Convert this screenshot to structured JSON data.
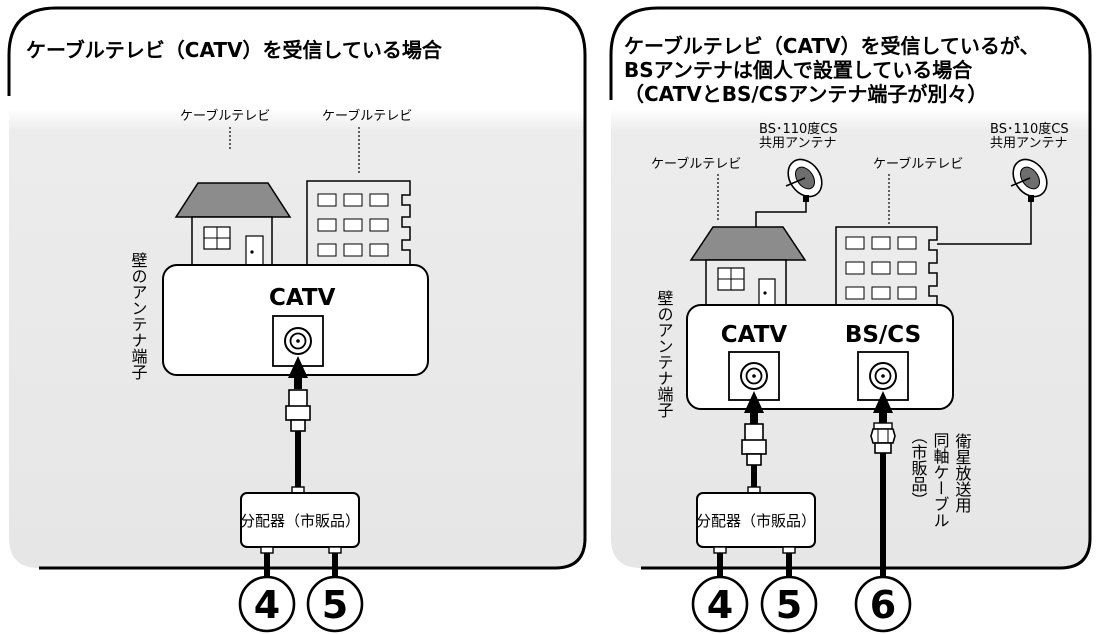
{
  "left_panel": {
    "title": "ケーブルテレビ（CATV）を受信している場合",
    "building_label_house": "ケーブルテレビ",
    "building_label_apartment": "ケーブルテレビ",
    "wall_label": "壁のアンテナ端子",
    "terminal_label": "CATV",
    "splitter_label": "分配器（市販品）",
    "numbers": [
      "4",
      "5"
    ]
  },
  "right_panel": {
    "title_lines": [
      "ケーブルテレビ（CATV）を受信しているが、",
      "BSアンテナは個人で設置している場合",
      "（CATVとBS/CSアンテナ端子が別々）"
    ],
    "building_label_house": "ケーブルテレビ",
    "building_label_apartment": "ケーブルテレビ",
    "antenna_label_1_line1": "BS･110度CS",
    "antenna_label_1_line2": "共用アンテナ",
    "antenna_label_2_line1": "BS･110度CS",
    "antenna_label_2_line2": "共用アンテナ",
    "wall_label": "壁のアンテナ端子",
    "terminal_catv": "CATV",
    "terminal_bscs": "BS/CS",
    "cable_label_1": "衛星放送用",
    "cable_label_2": "同軸ケーブル",
    "cable_label_3": "（市販品）",
    "splitter_label": "分配器（市販品）",
    "numbers": [
      "4",
      "5",
      "6"
    ]
  },
  "colors": {
    "panel_fill": "#ebebeb",
    "panel_border": "#000000",
    "roof": "#8c8c8c",
    "building_fill": "#ececec",
    "arrow": "#000000"
  }
}
